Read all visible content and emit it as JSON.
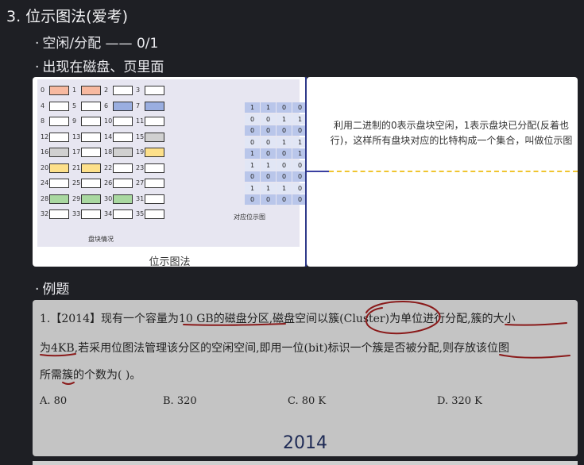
{
  "heading": "3. 位示图法(爱考)",
  "bullets": {
    "b1": "空闲/分配 —— 0/1",
    "b2": "出现在磁盘、页里面",
    "b3": "例题"
  },
  "bullet_dot": "·",
  "figure": {
    "caption": "位示图法",
    "disk_label": "盘块情况",
    "bitmap_label": "对应位示图",
    "cells": [
      {
        "n": "0",
        "color": "#f7b9a0"
      },
      {
        "n": "1",
        "color": "#f7b9a0"
      },
      {
        "n": "2",
        "color": "#ffffff"
      },
      {
        "n": "3",
        "color": "#ffffff"
      },
      {
        "n": "4",
        "color": "#ffffff"
      },
      {
        "n": "5",
        "color": "#ffffff"
      },
      {
        "n": "6",
        "color": "#9aaee0"
      },
      {
        "n": "7",
        "color": "#9aaee0"
      },
      {
        "n": "8",
        "color": "#ffffff"
      },
      {
        "n": "9",
        "color": "#ffffff"
      },
      {
        "n": "10",
        "color": "#ffffff"
      },
      {
        "n": "11",
        "color": "#ffffff"
      },
      {
        "n": "12",
        "color": "#ffffff"
      },
      {
        "n": "13",
        "color": "#ffffff"
      },
      {
        "n": "14",
        "color": "#ffffff"
      },
      {
        "n": "15",
        "color": "#d0d0d0"
      },
      {
        "n": "16",
        "color": "#d0d0d0"
      },
      {
        "n": "17",
        "color": "#ffffff"
      },
      {
        "n": "18",
        "color": "#d0d0d0"
      },
      {
        "n": "19",
        "color": "#fde08a"
      },
      {
        "n": "20",
        "color": "#fde08a"
      },
      {
        "n": "21",
        "color": "#fde08a"
      },
      {
        "n": "22",
        "color": "#ffffff"
      },
      {
        "n": "23",
        "color": "#ffffff"
      },
      {
        "n": "24",
        "color": "#ffffff"
      },
      {
        "n": "25",
        "color": "#ffffff"
      },
      {
        "n": "26",
        "color": "#ffffff"
      },
      {
        "n": "27",
        "color": "#ffffff"
      },
      {
        "n": "28",
        "color": "#a9d8a0"
      },
      {
        "n": "29",
        "color": "#a9d8a0"
      },
      {
        "n": "30",
        "color": "#a9d8a0"
      },
      {
        "n": "31",
        "color": "#ffffff"
      },
      {
        "n": "32",
        "color": "#ffffff"
      },
      {
        "n": "33",
        "color": "#ffffff"
      },
      {
        "n": "34",
        "color": "#ffffff"
      },
      {
        "n": "35",
        "color": "#ffffff"
      }
    ],
    "bitmap": [
      [
        "1",
        "1",
        "0",
        "0"
      ],
      [
        "0",
        "0",
        "1",
        "1"
      ],
      [
        "0",
        "0",
        "0",
        "0"
      ],
      [
        "0",
        "0",
        "1",
        "1"
      ],
      [
        "1",
        "0",
        "0",
        "1"
      ],
      [
        "1",
        "1",
        "0",
        "0"
      ],
      [
        "0",
        "0",
        "0",
        "0"
      ],
      [
        "1",
        "1",
        "1",
        "0"
      ],
      [
        "0",
        "0",
        "0",
        "0"
      ]
    ],
    "bitmap_color": "#b9c6ea"
  },
  "note": {
    "text": "利用二进制的0表示盘块空闲，1表示盘块已分配(反着也行)，这样所有盘块对应的比特构成一个集合，叫做位示图"
  },
  "exam": {
    "line1": "1.【2014】现有一个容量为10 GB的磁盘分区,磁盘空间以簇(Cluster)为单位进行分配,簇的大小",
    "line2": "为4KB,若采用位图法管理该分区的空闲空间,即用一位(bit)标识一个簇是否被分配,则存放该位图",
    "line3": "所需簇的个数为( )。",
    "options": [
      "A. 80",
      "B. 320",
      "C. 80 K",
      "D. 320 K"
    ],
    "year": "2014",
    "annotation_color": "#8a1a1a"
  }
}
